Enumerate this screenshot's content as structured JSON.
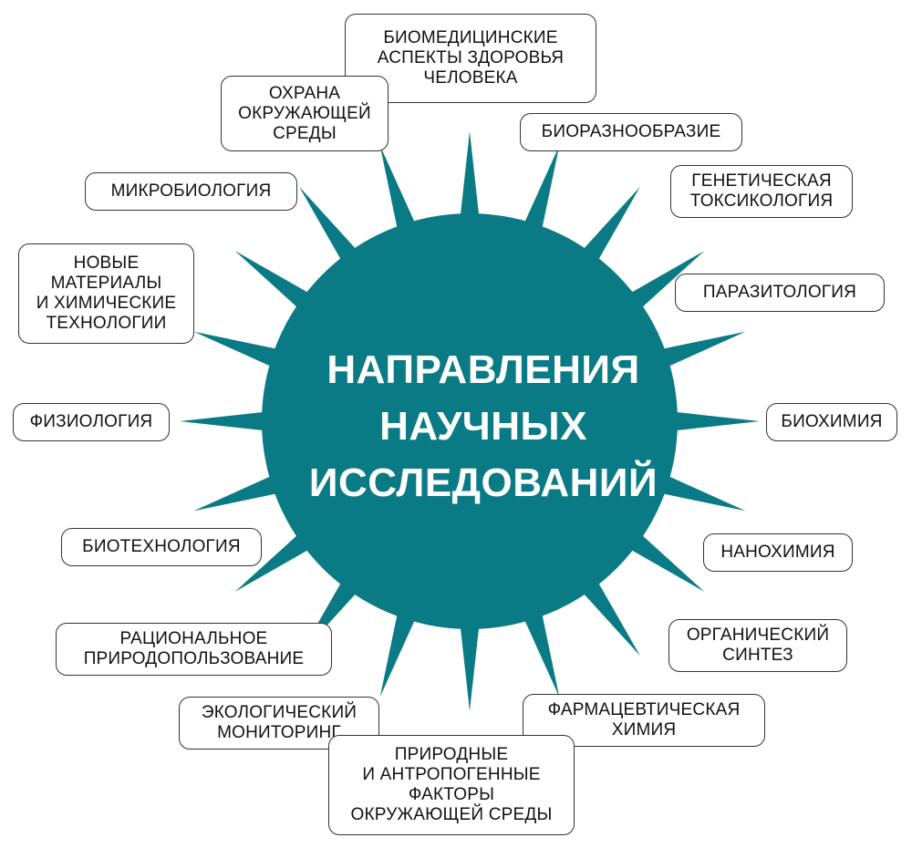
{
  "center": {
    "lines": [
      "НАПРАВЛЕНИЯ",
      "НАУЧНЫХ",
      "ИССЛЕДОВАНИЙ"
    ]
  },
  "colors": {
    "center_fill": "#0a7b84",
    "box_border": "#333333",
    "text": "#111111"
  },
  "topics": [
    "БИОМЕДИЦИНСКИЕ\nАСПЕКТЫ ЗДОРОВЬЯ\nЧЕЛОВЕКА",
    "ОХРАНА\nОКРУЖАЮЩЕЙ\nСРЕДЫ",
    "БИОРАЗНООБРАЗИЕ",
    "ГЕНЕТИЧЕСКАЯ\nТОКСИКОЛОГИЯ",
    "МИКРОБИОЛОГИЯ",
    "НОВЫЕ\nМАТЕРИАЛЫ\nИ ХИМИЧЕСКИЕ\nТЕХНОЛОГИИ",
    "ПАРАЗИТОЛОГИЯ",
    "ФИЗИОЛОГИЯ",
    "БИОХИМИЯ",
    "БИОТЕХНОЛОГИЯ",
    "НАНОХИМИЯ",
    "РАЦИОНАЛЬНОЕ\nПРИРОДОПОЛЬЗОВАНИЕ",
    "ОРГАНИЧЕСКИЙ\nСИНТЕЗ",
    "ЭКОЛОГИЧЕСКИЙ\nМОНИТОРИНГ",
    "ФАРМАЦЕВТИЧЕСКАЯ\nХИМИЯ",
    "ПРИРОДНЫЕ\nИ АНТРОПОГЕННЫЕ\nФАКТОРЫ\nОКРУЖАЮЩЕЙ СРЕДЫ"
  ]
}
